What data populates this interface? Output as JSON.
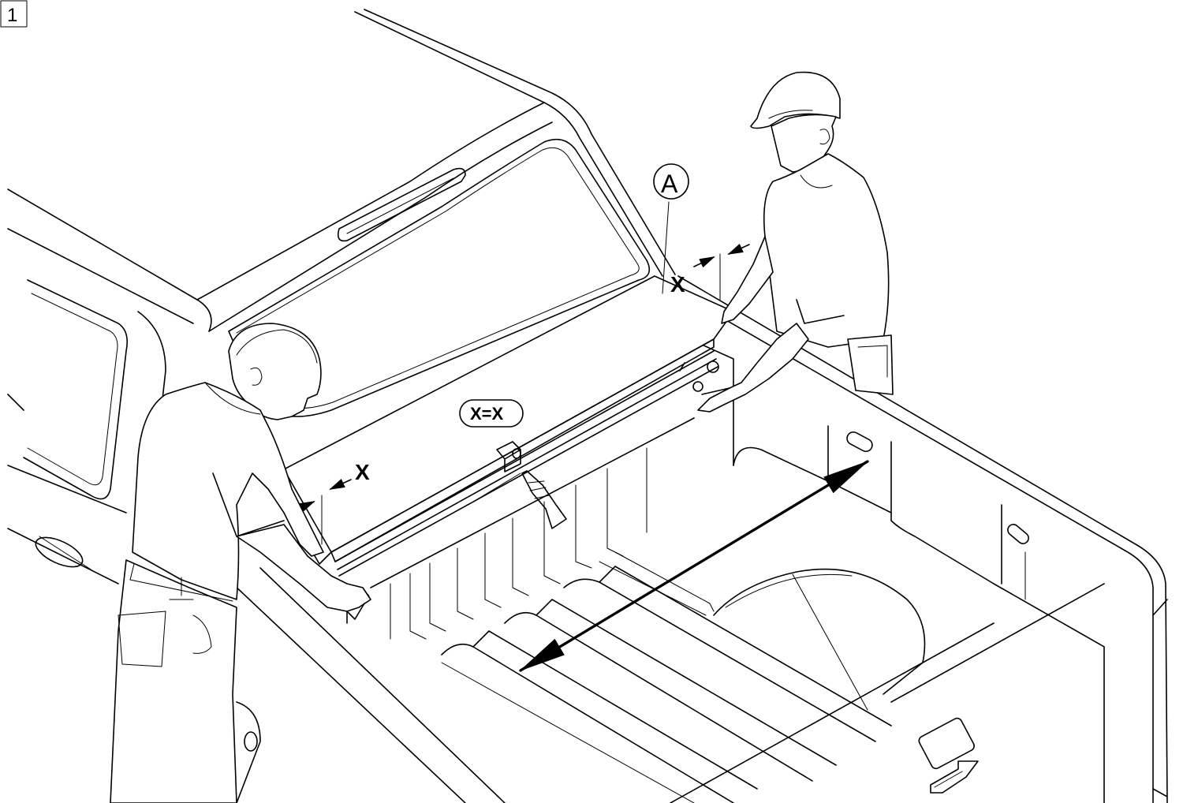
{
  "step_number": "1",
  "callouts": {
    "part_a": "A",
    "measure_left": "X",
    "measure_right": "X",
    "equality": "X=X"
  },
  "colors": {
    "line": "#000000",
    "background": "#ffffff"
  }
}
